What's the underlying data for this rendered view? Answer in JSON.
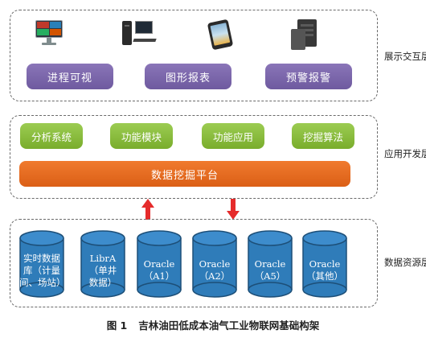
{
  "layers": {
    "presentation": {
      "label": "展示交互层",
      "buttons": [
        "进程可视",
        "图形报表",
        "预警报警"
      ]
    },
    "application": {
      "label": "应用开发层",
      "modules": [
        "分析系统",
        "功能模块",
        "功能应用",
        "挖掘算法"
      ],
      "platform": "数据挖掘平台"
    },
    "data": {
      "label": "数据资源层",
      "databases": [
        "实时数据\n库（计量\n间、场站）",
        "LibrA\n（单井\n数据）",
        "Oracle\n（A1）",
        "Oracle\n（A2）",
        "Oracle\n（A5）",
        "Oracle\n（其他）"
      ]
    }
  },
  "caption": {
    "number": "图 1",
    "title": "吉林油田低成本油气工业物联网基础构架"
  },
  "colors": {
    "purple": "#7b67ab",
    "green": "#8bbf3e",
    "orange": "#e8691f",
    "blue_db": "#2f7cb9",
    "arrow_red": "#e52b2b"
  },
  "icons": [
    "monitor-video-wall-icon",
    "desktop-computer-icon",
    "tablet-icon",
    "server-icon"
  ]
}
